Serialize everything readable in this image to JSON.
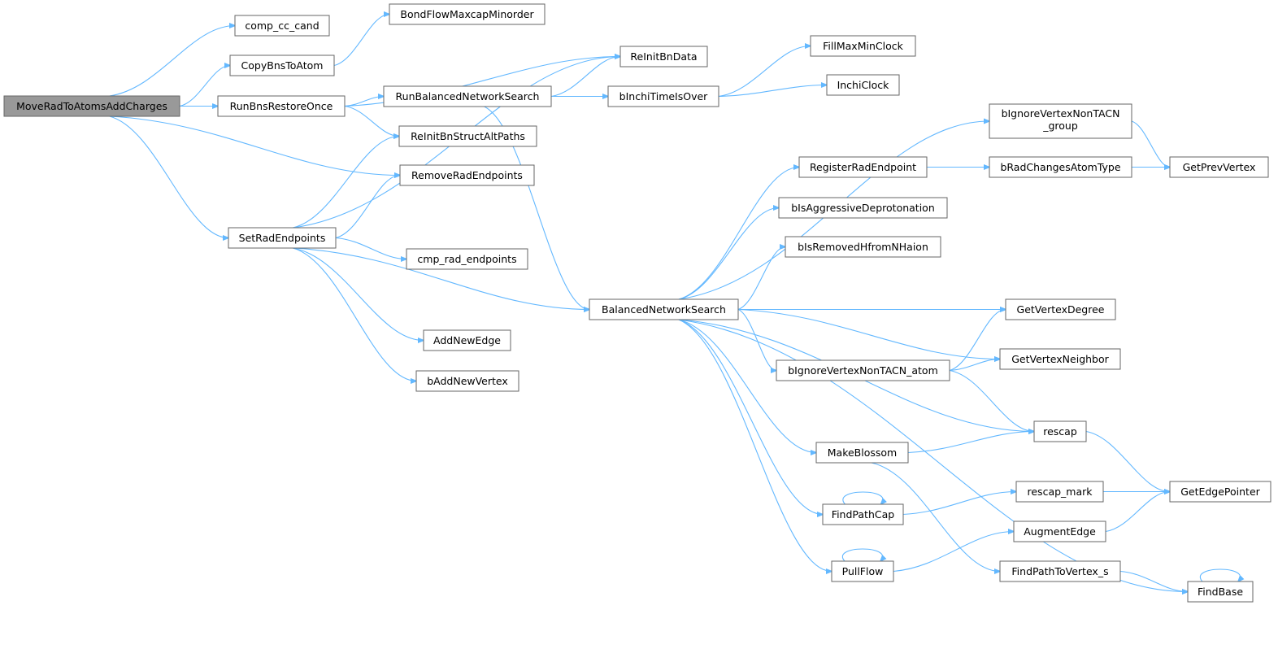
{
  "graph": {
    "colors": {
      "edge": "#63b8ff",
      "node_border": "#666666",
      "root_fill": "#999999",
      "node_fill": "#ffffff"
    },
    "nodes": {
      "MoveRadToAtomsAddCharges": "MoveRadToAtomsAddCharges",
      "comp_cc_cand": "comp_cc_cand",
      "CopyBnsToAtom": "CopyBnsToAtom",
      "BondFlowMaxcapMinorder": "BondFlowMaxcapMinorder",
      "RunBnsRestoreOnce": "RunBnsRestoreOnce",
      "ReInitBnData": "ReInitBnData",
      "RunBalancedNetworkSearch": "RunBalancedNetworkSearch",
      "bInchiTimeIsOver": "bInchiTimeIsOver",
      "FillMaxMinClock": "FillMaxMinClock",
      "InchiClock": "InchiClock",
      "ReInitBnStructAltPaths": "ReInitBnStructAltPaths",
      "RemoveRadEndpoints": "RemoveRadEndpoints",
      "SetRadEndpoints": "SetRadEndpoints",
      "cmp_rad_endpoints": "cmp_rad_endpoints",
      "AddNewEdge": "AddNewEdge",
      "bAddNewVertex": "bAddNewVertex",
      "BalancedNetworkSearch": "BalancedNetworkSearch",
      "bIgnoreVertexNonTACN_group": "bIgnoreVertexNonTACN\n_group",
      "RegisterRadEndpoint": "RegisterRadEndpoint",
      "bRadChangesAtomType": "bRadChangesAtomType",
      "GetPrevVertex": "GetPrevVertex",
      "bIsAggressiveDeprotonation": "bIsAggressiveDeprotonation",
      "bIsRemovedHfromNHaion": "bIsRemovedHfromNHaion",
      "GetVertexDegree": "GetVertexDegree",
      "bIgnoreVertexNonTACN_atom": "bIgnoreVertexNonTACN_atom",
      "GetVertexNeighbor": "GetVertexNeighbor",
      "rescap": "rescap",
      "MakeBlossom": "MakeBlossom",
      "GetEdgePointer": "GetEdgePointer",
      "FindPathCap": "FindPathCap",
      "rescap_mark": "rescap_mark",
      "AugmentEdge": "AugmentEdge",
      "PullFlow": "PullFlow",
      "FindPathToVertex_s": "FindPathToVertex_s",
      "FindBase": "FindBase"
    },
    "edges": [
      [
        "MoveRadToAtomsAddCharges",
        "comp_cc_cand"
      ],
      [
        "MoveRadToAtomsAddCharges",
        "CopyBnsToAtom"
      ],
      [
        "MoveRadToAtomsAddCharges",
        "RunBnsRestoreOnce"
      ],
      [
        "MoveRadToAtomsAddCharges",
        "RemoveRadEndpoints"
      ],
      [
        "MoveRadToAtomsAddCharges",
        "SetRadEndpoints"
      ],
      [
        "CopyBnsToAtom",
        "BondFlowMaxcapMinorder"
      ],
      [
        "RunBnsRestoreOnce",
        "ReInitBnData"
      ],
      [
        "RunBnsRestoreOnce",
        "RunBalancedNetworkSearch"
      ],
      [
        "RunBnsRestoreOnce",
        "ReInitBnStructAltPaths"
      ],
      [
        "RunBalancedNetworkSearch",
        "ReInitBnData"
      ],
      [
        "RunBalancedNetworkSearch",
        "bInchiTimeIsOver"
      ],
      [
        "RunBalancedNetworkSearch",
        "BalancedNetworkSearch"
      ],
      [
        "bInchiTimeIsOver",
        "FillMaxMinClock"
      ],
      [
        "bInchiTimeIsOver",
        "InchiClock"
      ],
      [
        "SetRadEndpoints",
        "ReInitBnStructAltPaths"
      ],
      [
        "SetRadEndpoints",
        "RemoveRadEndpoints"
      ],
      [
        "SetRadEndpoints",
        "ReInitBnData"
      ],
      [
        "SetRadEndpoints",
        "cmp_rad_endpoints"
      ],
      [
        "SetRadEndpoints",
        "BalancedNetworkSearch"
      ],
      [
        "SetRadEndpoints",
        "AddNewEdge"
      ],
      [
        "SetRadEndpoints",
        "bAddNewVertex"
      ],
      [
        "BalancedNetworkSearch",
        "bIgnoreVertexNonTACN_group"
      ],
      [
        "BalancedNetworkSearch",
        "RegisterRadEndpoint"
      ],
      [
        "BalancedNetworkSearch",
        "bIsAggressiveDeprotonation"
      ],
      [
        "BalancedNetworkSearch",
        "bIsRemovedHfromNHaion"
      ],
      [
        "BalancedNetworkSearch",
        "GetVertexDegree"
      ],
      [
        "BalancedNetworkSearch",
        "GetVertexNeighbor"
      ],
      [
        "BalancedNetworkSearch",
        "bIgnoreVertexNonTACN_atom"
      ],
      [
        "BalancedNetworkSearch",
        "rescap"
      ],
      [
        "BalancedNetworkSearch",
        "MakeBlossom"
      ],
      [
        "BalancedNetworkSearch",
        "FindPathCap"
      ],
      [
        "BalancedNetworkSearch",
        "PullFlow"
      ],
      [
        "BalancedNetworkSearch",
        "FindBase"
      ],
      [
        "bIgnoreVertexNonTACN_group",
        "GetPrevVertex"
      ],
      [
        "RegisterRadEndpoint",
        "bRadChangesAtomType"
      ],
      [
        "RegisterRadEndpoint",
        "GetPrevVertex"
      ],
      [
        "bRadChangesAtomType",
        "GetPrevVertex"
      ],
      [
        "bIgnoreVertexNonTACN_atom",
        "GetVertexDegree"
      ],
      [
        "bIgnoreVertexNonTACN_atom",
        "GetVertexNeighbor"
      ],
      [
        "bIgnoreVertexNonTACN_atom",
        "rescap"
      ],
      [
        "MakeBlossom",
        "rescap"
      ],
      [
        "MakeBlossom",
        "FindPathToVertex_s"
      ],
      [
        "rescap",
        "GetEdgePointer"
      ],
      [
        "FindPathCap",
        "FindPathCap"
      ],
      [
        "FindPathCap",
        "rescap_mark"
      ],
      [
        "rescap_mark",
        "GetEdgePointer"
      ],
      [
        "PullFlow",
        "PullFlow"
      ],
      [
        "PullFlow",
        "AugmentEdge"
      ],
      [
        "AugmentEdge",
        "GetEdgePointer"
      ],
      [
        "FindPathToVertex_s",
        "FindBase"
      ],
      [
        "FindBase",
        "FindBase"
      ]
    ]
  }
}
